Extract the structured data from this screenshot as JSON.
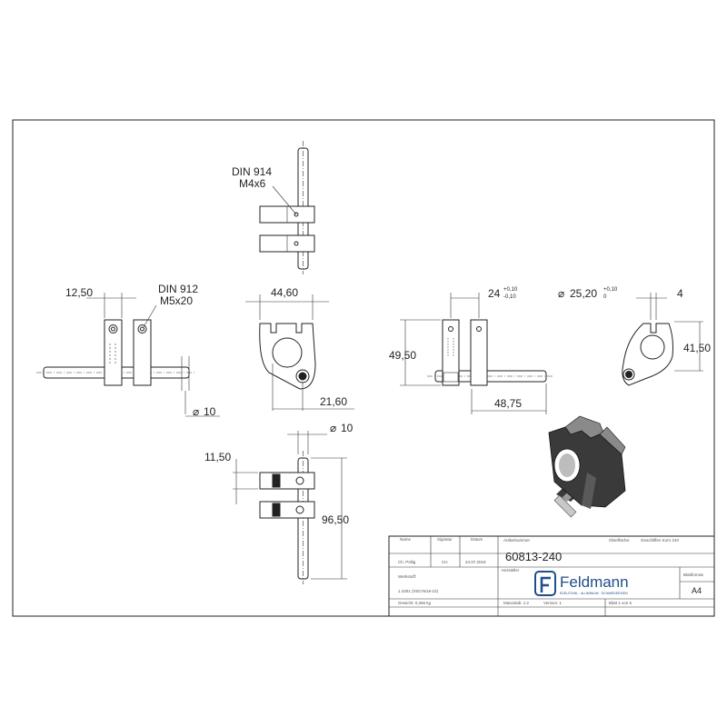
{
  "callouts": {
    "top_view": {
      "line1": "DIN 914",
      "line2": "M4x6"
    },
    "left_view": {
      "line1": "DIN 912",
      "line2": "M5x20"
    }
  },
  "dims": {
    "left_spacing": "12,50",
    "shaft_dia_left": "10",
    "clamp_width": "44,60",
    "offset": "21,60",
    "slot_width": "24",
    "slot_tol_upper": "+0,10",
    "slot_tol_lower": "-0,10",
    "height": "49,50",
    "shaft_length": "48,75",
    "bore_dia": "25,20",
    "bore_tol_upper": "+0,10",
    "bore_tol_lower": "0",
    "slot_gap": "4",
    "side_height": "41,50",
    "shaft_dia_bottom": "10",
    "bottom_spacing": "11,50",
    "total_length": "96,50"
  },
  "diameter_symbol": "⌀",
  "title_block": {
    "headers": {
      "name": "Name",
      "signature": "Signatur",
      "date": "Datum"
    },
    "name": "Ch. Pöllig",
    "signature": "CH",
    "date": "24.07.2018",
    "article_label": "Artikelnummer",
    "article_number": "60813-240",
    "surface_label": "Oberfläche:",
    "surface_value": "Geschliffen Korn 240",
    "producer_label": "Hersteller",
    "material_label": "Werkstoff:",
    "material_value": "1.4301 (X5CrNi18-10)",
    "brand_name": "Feldmann",
    "brand_tagline": "EDELSTAHL · ALUMINIUM · SCHMIEDEEISEN",
    "sheet_format_label": "Blattformat",
    "sheet_format": "A4",
    "weight": "Gewicht: 0,256 kg",
    "scale": "Massstab: 1:2",
    "version": "Version: 1",
    "sheet": "Blatt 1 von 5"
  },
  "colors": {
    "line": "#222222",
    "brand": "#1f4f8a",
    "paper": "#ffffff",
    "part_dark": "#3a3a3a"
  }
}
